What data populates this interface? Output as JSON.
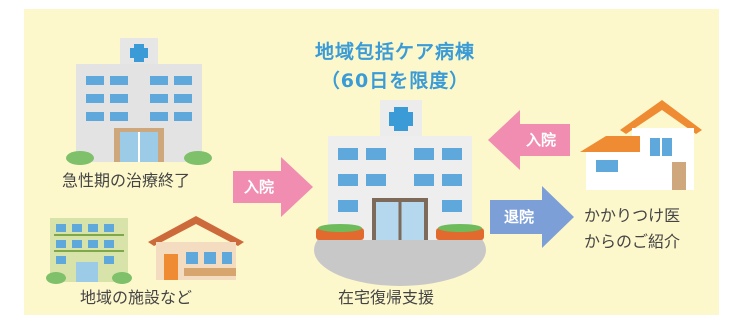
{
  "title": {
    "line1": "地域包括ケア病棟",
    "line2": "（60日を限度）"
  },
  "labels": {
    "acute_care_end": "急性期の治療終了",
    "local_facilities": "地域の施設など",
    "home_return_support": "在宅復帰支援",
    "family_doctor_line1": "かかりつけ医",
    "family_doctor_line2": "からのご紹介"
  },
  "arrows": {
    "admission_left": "入院",
    "admission_right": "入院",
    "discharge": "退院"
  },
  "colors": {
    "background": "#fdf8cc",
    "title": "#3a9bd6",
    "admission_arrow": "#f08db0",
    "discharge_arrow": "#7d9fd8",
    "hospital_cross": "#3a9bd6",
    "roof_orange": "#ef8b32"
  },
  "icons": [
    "hospital-icon",
    "apartment-icon",
    "care-house-icon",
    "home-icon",
    "main-hospital-icon"
  ]
}
